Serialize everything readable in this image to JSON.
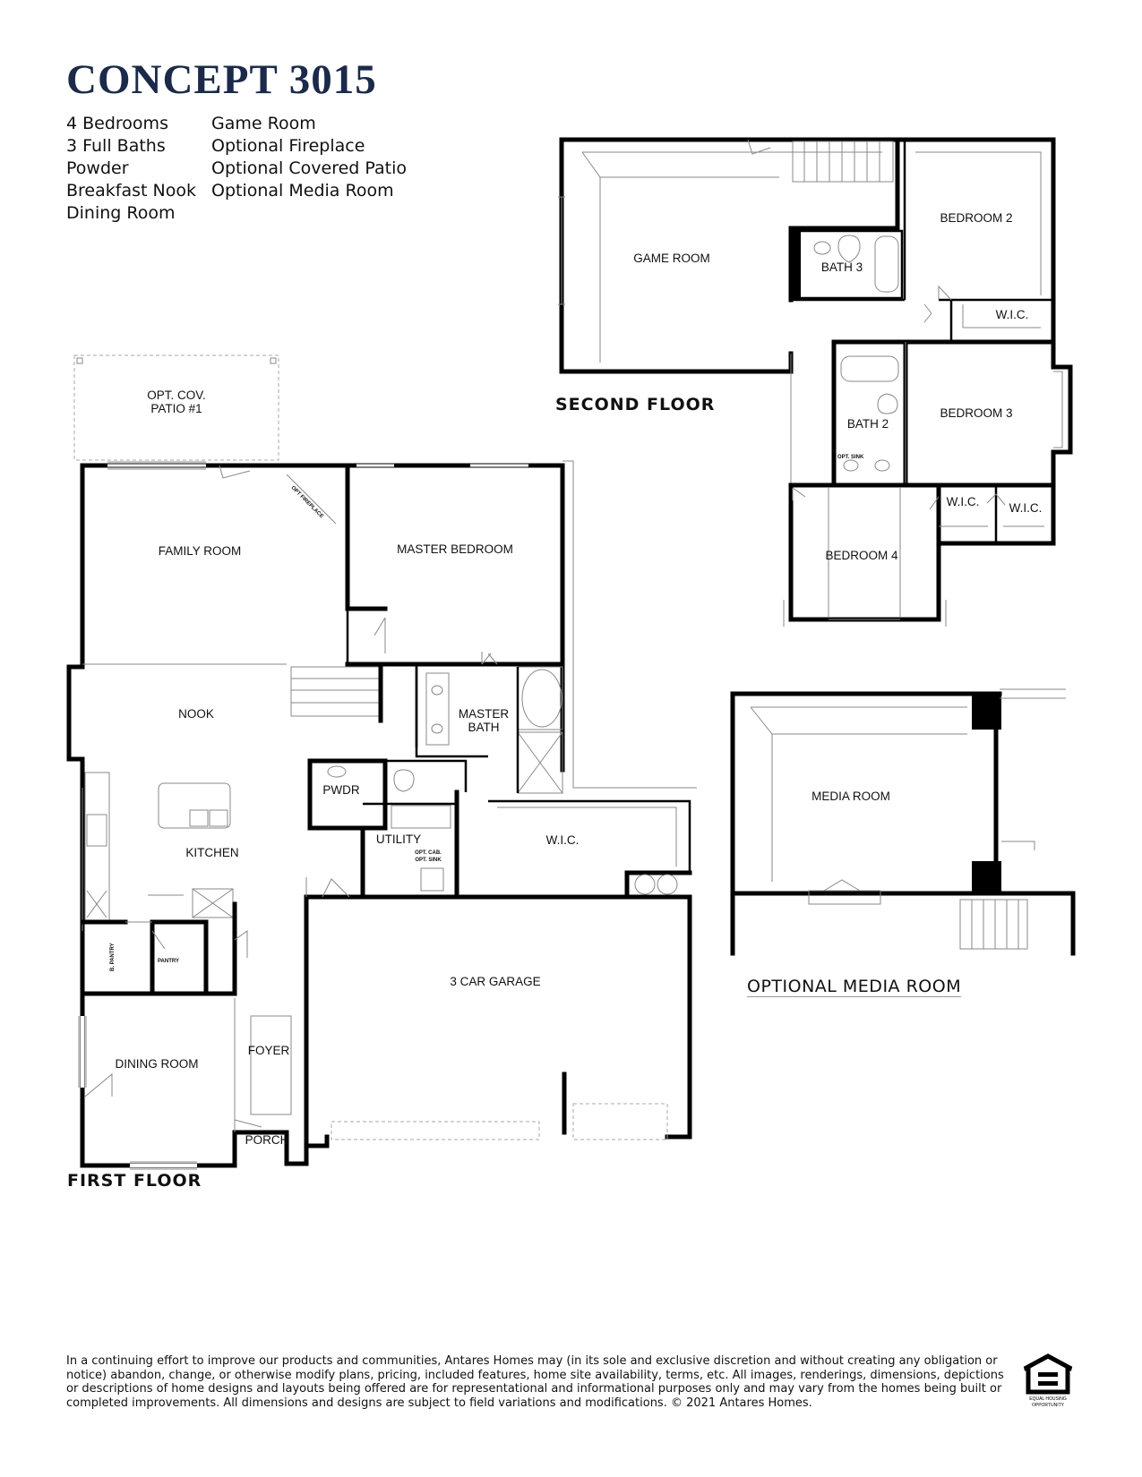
{
  "plan_title": "CONCEPT 3015",
  "features_left": [
    "4 Bedrooms",
    "3 Full Baths",
    "Powder",
    "Breakfast Nook",
    "Dining Room"
  ],
  "features_right": [
    "Game Room",
    "Optional Fireplace",
    "Optional Covered Patio",
    "Optional Media Room"
  ],
  "floor_labels": {
    "first": "FIRST FLOOR",
    "second": "SECOND FLOOR",
    "optional_media": "OPTIONAL MEDIA ROOM"
  },
  "first_floor_rooms": {
    "patio_line1": "OPT. COV.",
    "patio_line2": "PATIO #1",
    "family_room": "FAMILY ROOM",
    "opt_fireplace": "OPT FIREPLACE",
    "master_bedroom": "MASTER BEDROOM",
    "nook": "NOOK",
    "kitchen": "KITCHEN",
    "master_bath_line1": "MASTER",
    "master_bath_line2": "BATH",
    "pwdr": "PWDR",
    "utility": "UTILITY",
    "opt_cab_line1": "OPT. CAB.",
    "opt_cab_line2": "OPT. SINK",
    "wic": "W.I.C.",
    "b_pantry": "B. PANTRY",
    "pantry": "PANTRY",
    "garage": "3 CAR GARAGE",
    "dining_room": "DINING ROOM",
    "foyer": "FOYER",
    "porch": "PORCH"
  },
  "second_floor_rooms": {
    "game_room": "GAME ROOM",
    "bedroom_2": "BEDROOM 2",
    "bath_3": "BATH 3",
    "wic_1": "W.I.C.",
    "bath_2": "BATH 2",
    "opt_sink": "OPT. SINK",
    "bedroom_3": "BEDROOM 3",
    "wic_2": "W.I.C.",
    "wic_3": "W.I.C.",
    "bedroom_4": "BEDROOM 4"
  },
  "media_room": "MEDIA ROOM",
  "disclaimer": "In a continuing effort to improve our products and communities, Antares Homes may (in its sole and exclusive discretion and without creating any obligation or notice) abandon, change, or otherwise modify plans, pricing, included features, home site availability, terms, etc. All images, renderings, dimensions, depictions or descriptions of home designs and layouts being offered are for representational and informational purposes only and may vary from the homes being built or completed improvements. All dimensions and designs are subject to field variations and modifications. © 2021 Antares Homes.",
  "logo_text_1": "EQUAL HOUSING",
  "logo_text_2": "OPPORTUNITY"
}
